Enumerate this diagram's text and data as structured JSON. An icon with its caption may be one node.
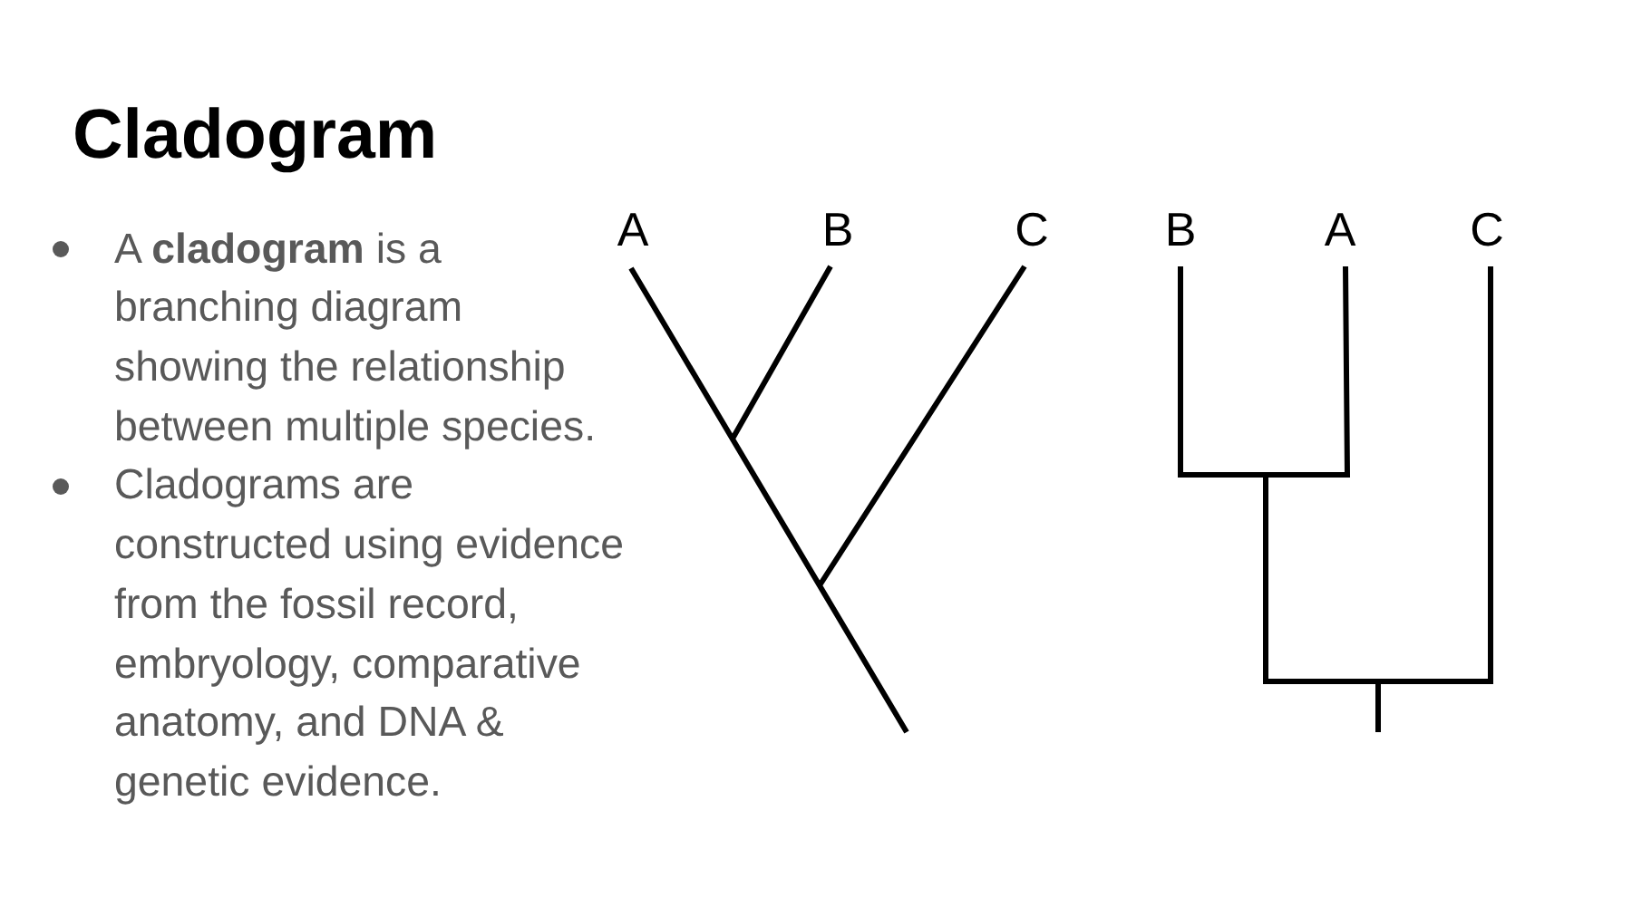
{
  "diagram": {
    "title": "Cladogram",
    "labels": [
      "A **cladogram** is a branching diagram showing the relationship between multiple species.",
      "Cladograms are constructed using evidence from the fossil record, embryology, comparative anatomy, and DNA & genetic evidence.",
      "A",
      "B",
      "C",
      "B",
      "A",
      "C"
    ]
  }
}
